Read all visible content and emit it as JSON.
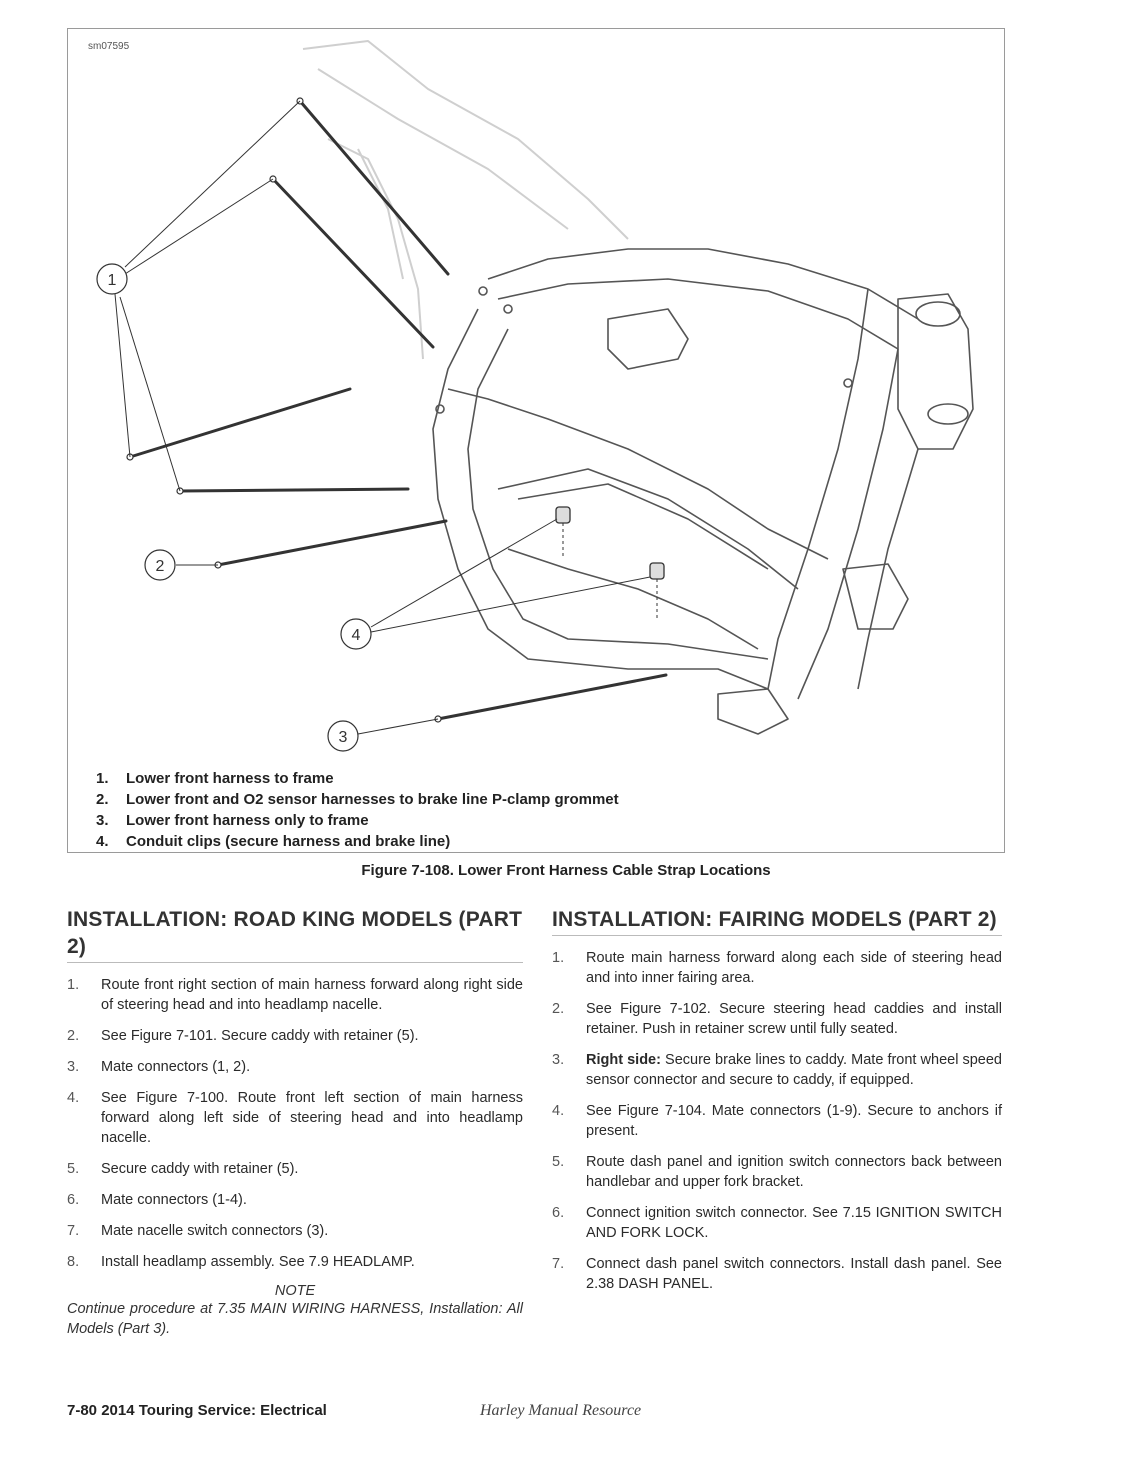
{
  "figure": {
    "id_label": "sm07595",
    "callouts": [
      "1",
      "2",
      "3",
      "4"
    ],
    "legend": [
      {
        "num": "1.",
        "text": "Lower front harness to frame"
      },
      {
        "num": "2.",
        "text": "Lower front and O2 sensor harnesses to brake line P-clamp grommet"
      },
      {
        "num": "3.",
        "text": "Lower front harness only to frame"
      },
      {
        "num": "4.",
        "text": "Conduit clips (secure harness and brake line)"
      }
    ],
    "caption": "Figure 7-108. Lower Front Harness Cable Strap Locations"
  },
  "left_section": {
    "heading": "INSTALLATION: ROAD KING MODELS (PART 2)",
    "steps": [
      {
        "num": "1.",
        "text": "Route front right section of main harness forward along right side of steering head and into headlamp nacelle."
      },
      {
        "num": "2.",
        "text": "See Figure 7-101. Secure caddy with retainer (5)."
      },
      {
        "num": "3.",
        "text": "Mate connectors (1, 2)."
      },
      {
        "num": "4.",
        "text": "See Figure 7-100. Route front left section of main harness forward along left side of steering head and into headlamp nacelle."
      },
      {
        "num": "5.",
        "text": "Secure caddy with retainer (5)."
      },
      {
        "num": "6.",
        "text": "Mate connectors (1-4)."
      },
      {
        "num": "7.",
        "text": "Mate nacelle switch connectors (3)."
      },
      {
        "num": "8.",
        "text": "Install headlamp assembly. See 7.9 HEADLAMP."
      }
    ],
    "note_label": "NOTE",
    "note_text": "Continue procedure at 7.35 MAIN WIRING HARNESS, Installation: All Models (Part 3)."
  },
  "right_section": {
    "heading": "INSTALLATION: FAIRING MODELS (PART 2)",
    "steps": [
      {
        "num": "1.",
        "bold": "",
        "text": "Route main harness forward along each side of steering head and into inner fairing area."
      },
      {
        "num": "2.",
        "bold": "",
        "text": "See Figure 7-102. Secure steering head caddies and install retainer. Push in retainer screw until fully seated."
      },
      {
        "num": "3.",
        "bold": "Right side:",
        "text": " Secure brake lines to caddy. Mate front wheel speed sensor connector and secure to caddy, if equipped."
      },
      {
        "num": "4.",
        "bold": "",
        "text": "See Figure 7-104. Mate connectors (1-9). Secure to anchors if present."
      },
      {
        "num": "5.",
        "bold": "",
        "text": "Route dash panel and ignition switch connectors back between handlebar and upper fork bracket."
      },
      {
        "num": "6.",
        "bold": "",
        "text": "Connect ignition switch connector. See 7.15 IGNITION SWITCH AND FORK LOCK."
      },
      {
        "num": "7.",
        "bold": "",
        "text": "Connect dash panel switch connectors. Install dash panel. See 2.38 DASH PANEL."
      }
    ]
  },
  "footer": {
    "left": "7-80  2014 Touring Service:  Electrical",
    "center": "Harley Manual Resource"
  }
}
